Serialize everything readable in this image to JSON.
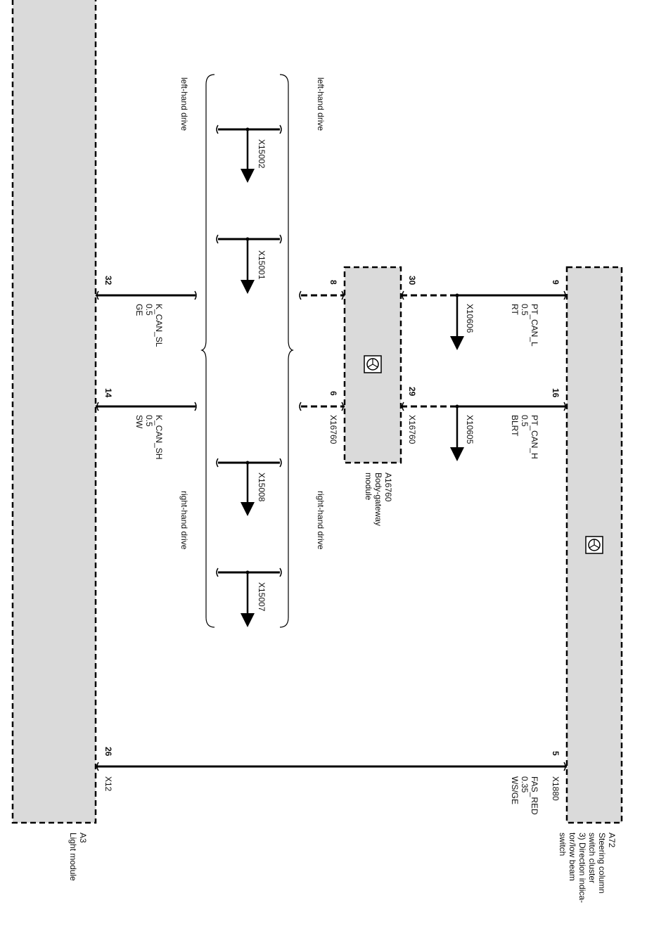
{
  "modules": {
    "light": {
      "id": "A3",
      "name": "Light module",
      "connector": "X12"
    },
    "steering": {
      "id": "A72",
      "name_lines": [
        "Steering column",
        "switch cluster",
        "3) Direction indica-",
        "tor/low beam",
        "switch"
      ],
      "connector": "X1880"
    },
    "gateway": {
      "id": "A16760",
      "name_lines": [
        "Body-gateway",
        "module"
      ],
      "connector": "X16760"
    }
  },
  "drive_labels": {
    "left": "left-hand drive",
    "right": "right-hand drive"
  },
  "pins": {
    "light": [
      "32",
      "14",
      "26"
    ],
    "gateway_left": [
      "8",
      "6"
    ],
    "gateway_right": [
      "30",
      "29"
    ],
    "steering": [
      "9",
      "16",
      "5"
    ]
  },
  "wires": {
    "k_can_sl": [
      "K_CAN_SL",
      "0.5",
      "GE"
    ],
    "k_can_sh": [
      "K_CAN_SH",
      "0.5",
      "SW"
    ],
    "pt_can_l": [
      "PT_CAN_L",
      "0.5",
      "RT"
    ],
    "pt_can_h": [
      "PT_CAN_H",
      "0.5",
      "BLRT"
    ],
    "fas_red": [
      "FAS_RED",
      "0.35",
      "WS/GE"
    ]
  },
  "splices": {
    "lhd": [
      "X15002",
      "X15001"
    ],
    "rhd": [
      "X15008",
      "X15007"
    ],
    "pt": [
      "X10606",
      "X10605"
    ]
  }
}
